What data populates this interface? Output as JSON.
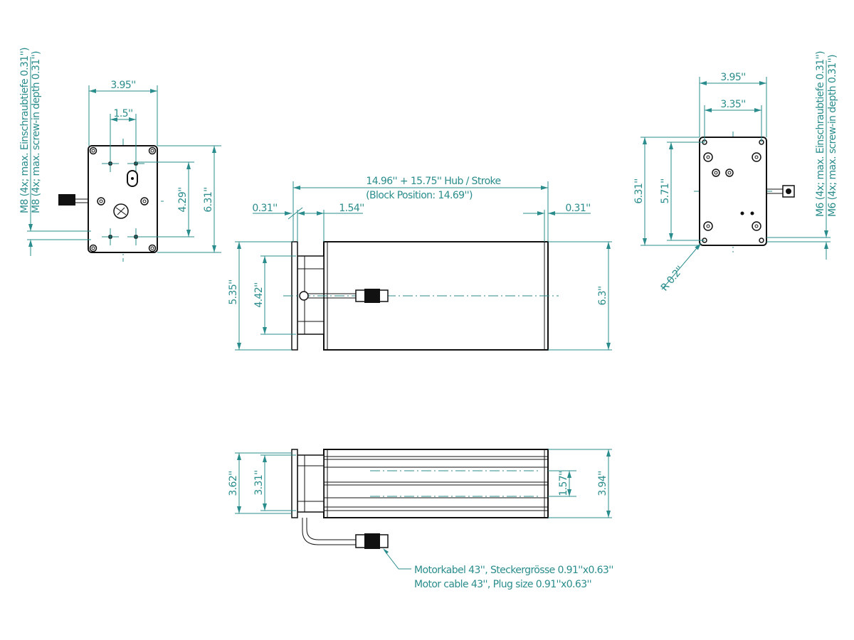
{
  "colors": {
    "dimension": "#2a8c8c",
    "outline": "#111111"
  },
  "front_view": {
    "width": "3.95''",
    "hole_spacing": "1.5''",
    "hole_height": "4.29''",
    "height": "6.31''",
    "thread_note_de": "M8 (4x; max. Einschraubtiefe 0.31'')",
    "thread_note_en": "M8 (4x; max. screw-in depth 0.31'')"
  },
  "rear_view": {
    "width": "3.95''",
    "hole_spacing": "3.35''",
    "height": "6.31''",
    "hole_height": "5.71''",
    "radius": "R 0.2''",
    "thread_note_de": "M6 (4x; max. Einschraubtiefe 0.31'')",
    "thread_note_en": "M6 (4x; max. screw-in depth 0.31'')"
  },
  "side_view": {
    "length": "14.96'' + 15.75'' Hub / Stroke",
    "block_position": "(Block Position: 14.69'')",
    "flange_left": "0.31''",
    "block_offset": "1.54''",
    "end_right": "0.31''",
    "flange_height": "5.35''",
    "block_height": "4.42''",
    "body_height": "6.3''"
  },
  "top_view": {
    "flange_height": "3.62''",
    "block_height": "3.31''",
    "rail_spacing": "1.57''",
    "body_height": "3.94''",
    "cable_note_de": "Motorkabel 43'', Steckergrösse 0.91''x0.63''",
    "cable_note_en": "Motor cable 43'', Plug size 0.91''x0.63''"
  }
}
